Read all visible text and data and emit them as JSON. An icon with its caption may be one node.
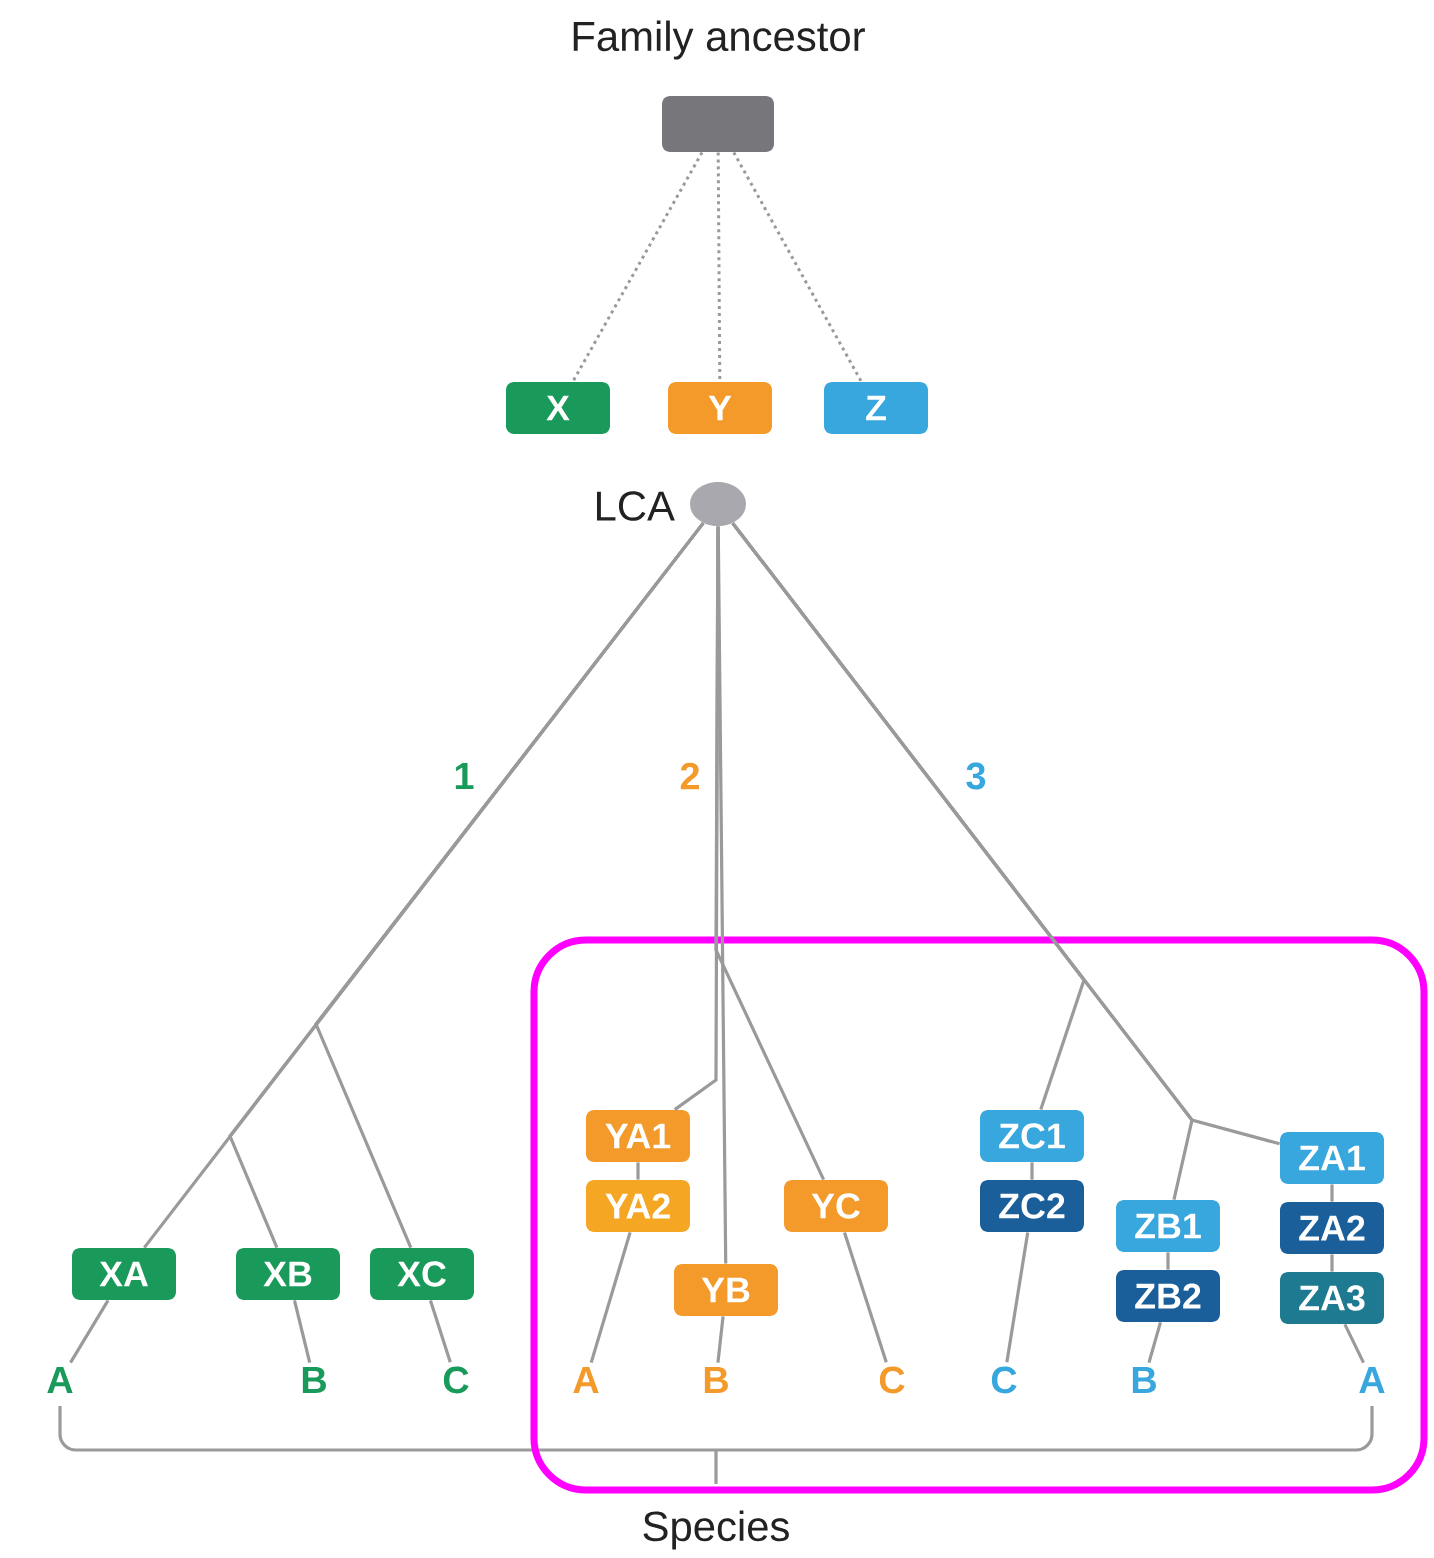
{
  "diagram": {
    "nodes": [
      {
        "text": [
          "Family ancestor"
        ]
      },
      {
        "text": [
          "X"
        ]
      },
      {
        "text": [
          "Y"
        ]
      },
      {
        "text": [
          "Z"
        ]
      },
      {
        "text": [
          "LCA"
        ]
      },
      {
        "text": [],
        "shape": "box"
      },
      {
        "text": [
          "XA"
        ]
      },
      {
        "text": [
          "XB"
        ]
      },
      {
        "text": [
          "XC"
        ]
      },
      {
        "text": [
          "YA1"
        ],
        "in": 5
      },
      {
        "text": [
          "YA2"
        ],
        "in": 5
      },
      {
        "text": [
          "YB"
        ],
        "in": 5
      },
      {
        "text": [
          "YC"
        ],
        "in": 5
      },
      {
        "text": [
          "ZC1"
        ],
        "in": 5
      },
      {
        "text": [
          "ZC2"
        ],
        "in": 5
      },
      {
        "text": [
          "ZB1"
        ],
        "in": 5
      },
      {
        "text": [
          "ZB2"
        ],
        "in": 5
      },
      {
        "text": [
          "ZA1"
        ],
        "in": 5
      },
      {
        "text": [
          "ZA2"
        ],
        "in": 5
      },
      {
        "text": [
          "ZA3"
        ],
        "in": 5
      },
      {
        "text": [
          "A"
        ]
      },
      {
        "text": [
          "B"
        ]
      },
      {
        "text": [
          "C"
        ]
      },
      {
        "text": [
          "A"
        ],
        "in": 5
      },
      {
        "text": [
          "B"
        ],
        "in": 5
      },
      {
        "text": [
          "C"
        ],
        "in": 5
      },
      {
        "text": [
          "C"
        ],
        "in": 5
      },
      {
        "text": [
          "B"
        ],
        "in": 5
      },
      {
        "text": [
          "A"
        ],
        "in": 5
      }
    ],
    "edges": [
      {
        "from": 0,
        "to": 1,
        "arrow": "none",
        "style": "dashed"
      },
      {
        "from": 0,
        "to": 2,
        "arrow": "none",
        "style": "dashed"
      },
      {
        "from": 0,
        "to": 3,
        "arrow": "none",
        "style": "dashed"
      },
      {
        "from": 4,
        "to": 6,
        "arrow": "none"
      },
      {
        "from": 4,
        "to": 7,
        "arrow": "none"
      },
      {
        "from": 4,
        "to": 8,
        "arrow": "none"
      },
      {
        "from": 4,
        "to": 9,
        "arrow": "none"
      },
      {
        "from": 4,
        "to": 11,
        "arrow": "none"
      },
      {
        "from": 4,
        "to": 12,
        "arrow": "none"
      },
      {
        "from": 4,
        "to": 13,
        "arrow": "none"
      },
      {
        "from": 4,
        "to": 15,
        "arrow": "none"
      },
      {
        "from": 4,
        "to": 17,
        "arrow": "none"
      },
      {
        "from": 9,
        "to": 10,
        "arrow": "none"
      },
      {
        "from": 13,
        "to": 14,
        "arrow": "none"
      },
      {
        "from": 15,
        "to": 16,
        "arrow": "none"
      },
      {
        "from": 17,
        "to": 18,
        "arrow": "none"
      },
      {
        "from": 18,
        "to": 19,
        "arrow": "none"
      },
      {
        "from": 6,
        "to": 20,
        "arrow": "none"
      },
      {
        "from": 7,
        "to": 21,
        "arrow": "none"
      },
      {
        "from": 8,
        "to": 22,
        "arrow": "none"
      },
      {
        "from": 10,
        "to": 23,
        "arrow": "none"
      },
      {
        "from": 11,
        "to": 24,
        "arrow": "none"
      },
      {
        "from": 12,
        "to": 25,
        "arrow": "none"
      },
      {
        "from": 14,
        "to": 26,
        "arrow": "none"
      },
      {
        "from": 16,
        "to": 27,
        "arrow": "none"
      },
      {
        "from": 19,
        "to": 28,
        "arrow": "none"
      }
    ],
    "labels": [
      "1",
      "2",
      "3",
      "Species"
    ]
  }
}
